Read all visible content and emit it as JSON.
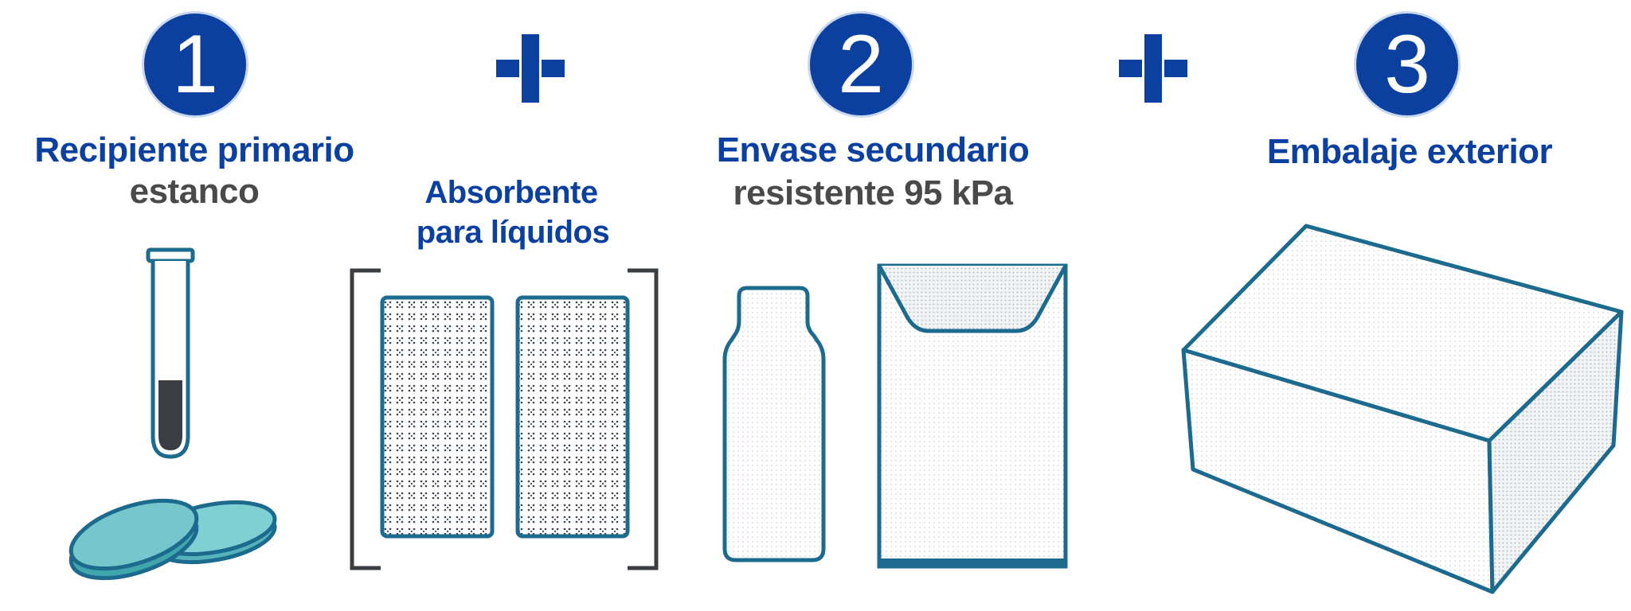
{
  "steps": [
    {
      "number": "1",
      "title": "Recipiente primario",
      "subtitle": "estanco"
    },
    {
      "number": "2",
      "title": "Envase secundario",
      "subtitle": "resistente 95 kPa"
    },
    {
      "number": "3",
      "title": "Embalaje exterior"
    }
  ],
  "absorbent": {
    "line1": "Absorbente",
    "line2": "para líquidos"
  },
  "colors": {
    "brand_blue": "#0b3fa0",
    "outline_blue": "#1c6a8e",
    "subtitle_gray": "#4a4a4a",
    "petri_teal": "#6cc3c7"
  },
  "icons": [
    "plus-icon",
    "test-tube-icon",
    "petri-dish-icon",
    "absorbent-pad-icon",
    "bottle-icon",
    "envelope-icon",
    "box-icon"
  ]
}
